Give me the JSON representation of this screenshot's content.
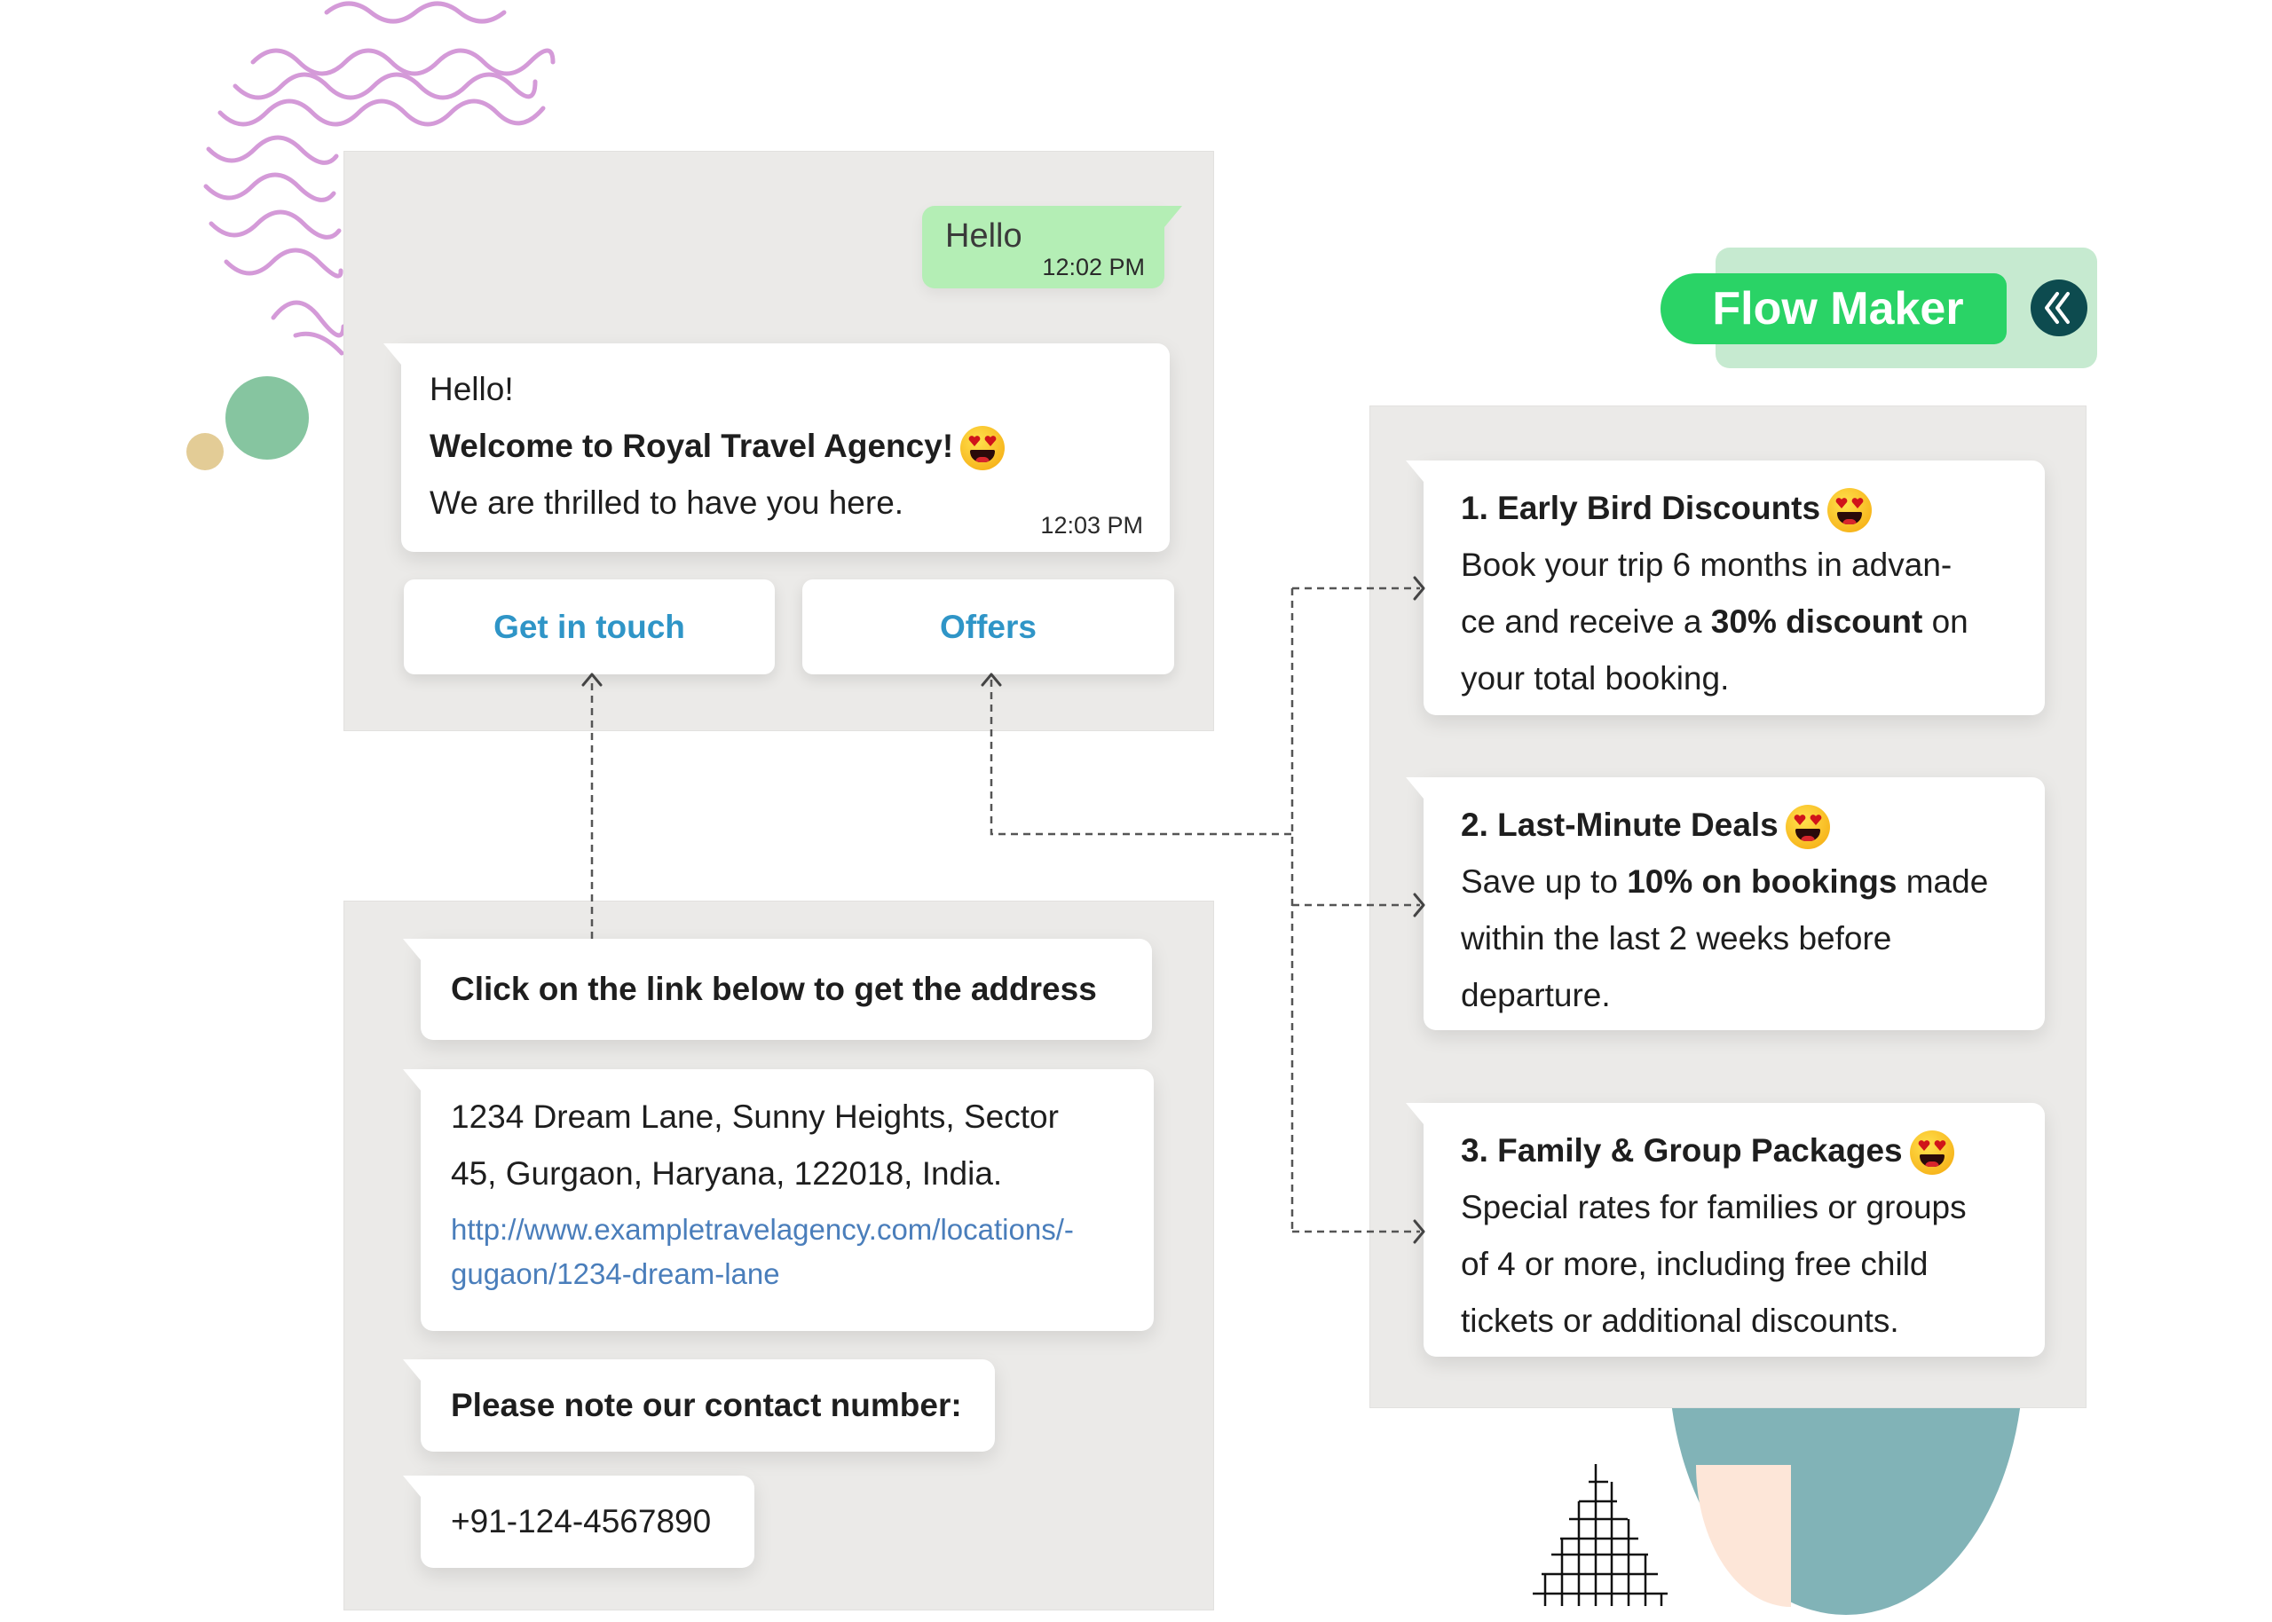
{
  "colors": {
    "panel_bg": "#ebeae8",
    "outgoing_bubble": "#b4eeb5",
    "quick_reply_text": "#2f95c7",
    "link": "#4a7ebb",
    "flow_maker_green": "#2ad366",
    "flow_maker_bg": "#c6ead0",
    "collapse_button": "#0d4b4f",
    "wave_purple": "#d49ad8",
    "deco_green": "#86c5a0",
    "deco_tan": "#e3cc96",
    "deco_teal": "#81b3b7",
    "deco_peach": "#fde6d8"
  },
  "chat_top": {
    "outgoing": {
      "text": "Hello",
      "time": "12:02 PM"
    },
    "welcome": {
      "line1": "Hello!",
      "line2": "Welcome to Royal Travel Agency!",
      "line3": "We are thrilled to have you here.",
      "time": "12:03 PM",
      "emoji": "heart-eyes-emoji"
    },
    "quick_replies": [
      {
        "label": "Get in touch"
      },
      {
        "label": "Offers"
      }
    ]
  },
  "chat_bottom": {
    "messages": [
      {
        "text": "Click on the link below to get the address"
      },
      {
        "address_line1": "1234 Dream Lane, Sunny Heights, Sector",
        "address_line2": "45, Gurgaon, Haryana, 122018, India.",
        "link_line1": "http://www.exampletravelagency.com/locations/-",
        "link_line2": "gugaon/1234-dream-lane"
      },
      {
        "text": "Please note our contact number:"
      },
      {
        "text": "+91-124-4567890"
      }
    ]
  },
  "flow_maker": {
    "label": "Flow Maker",
    "collapse_icon": "double-chevron-left-icon"
  },
  "offers": [
    {
      "title": "1. Early Bird Discounts",
      "line1": "Book your trip 6 months in advan-",
      "line2_pre": "ce and receive a ",
      "line2_bold": "30% discount",
      "line2_post": " on",
      "line3": "your total booking."
    },
    {
      "title": "2. Last-Minute Deals",
      "line1_pre": "Save up to ",
      "line1_bold": "10% on bookings",
      "line1_post": " made",
      "line2": "within the last 2 weeks before",
      "line3": "departure."
    },
    {
      "title": "3. Family & Group Packages",
      "line1": "Special rates for families or groups",
      "line2": "of 4 or more, including free child",
      "line3": "tickets or additional discounts."
    }
  ]
}
